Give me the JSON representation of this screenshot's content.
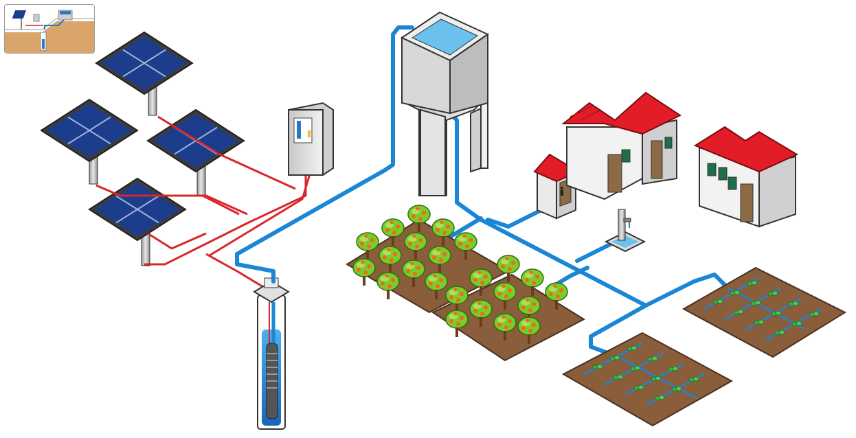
{
  "diagram": {
    "kind": "solar water pumping system",
    "components": [
      "solar-panel-array",
      "pump-controller-cabinet",
      "borehole-submersible-pump",
      "elevated-water-tower",
      "houses",
      "outdoor-toilet",
      "public-tap",
      "orchard",
      "vegetable-field-drip-irrigation"
    ],
    "colors": {
      "water_pipe": "#1a86d6",
      "electric_cable": "#d9262b",
      "roof": "#e31d28",
      "panel_cell": "#1b3d8c",
      "soil": "#8a5d3b",
      "tree_foliage": "#7ccb2c",
      "fruit": "#f06a1a",
      "plant": "#3cb043",
      "tank_water": "#6cc0ee"
    },
    "icons": [
      "thumbnail-overview-icon",
      "toilet-sign-icon",
      "faucet-icon"
    ]
  }
}
